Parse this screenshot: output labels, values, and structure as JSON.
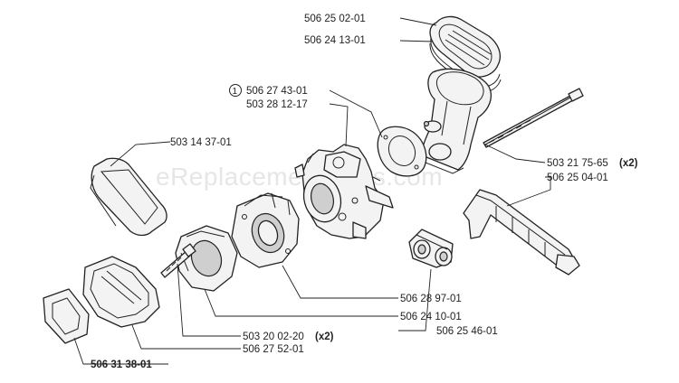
{
  "watermark": "eReplacementParts.com",
  "callout_marker": "1",
  "labels": {
    "p1": "506 25 02-01",
    "p2": "506 24 13-01",
    "p3": "506 27 43-01",
    "p4": "503 28 12-17",
    "p5": "503 14 37-01",
    "p6": "503 21 75-65",
    "p6_qty": "(x2)",
    "p7": "506 25 04-01",
    "p8": "506 28 97-01",
    "p9": "506 24 10-01",
    "p10": "506 25 46-01",
    "p11": "503 20 02-20",
    "p11_qty": "(x2)",
    "p12": "506 27 52-01",
    "p13": "506 31 38-01"
  }
}
